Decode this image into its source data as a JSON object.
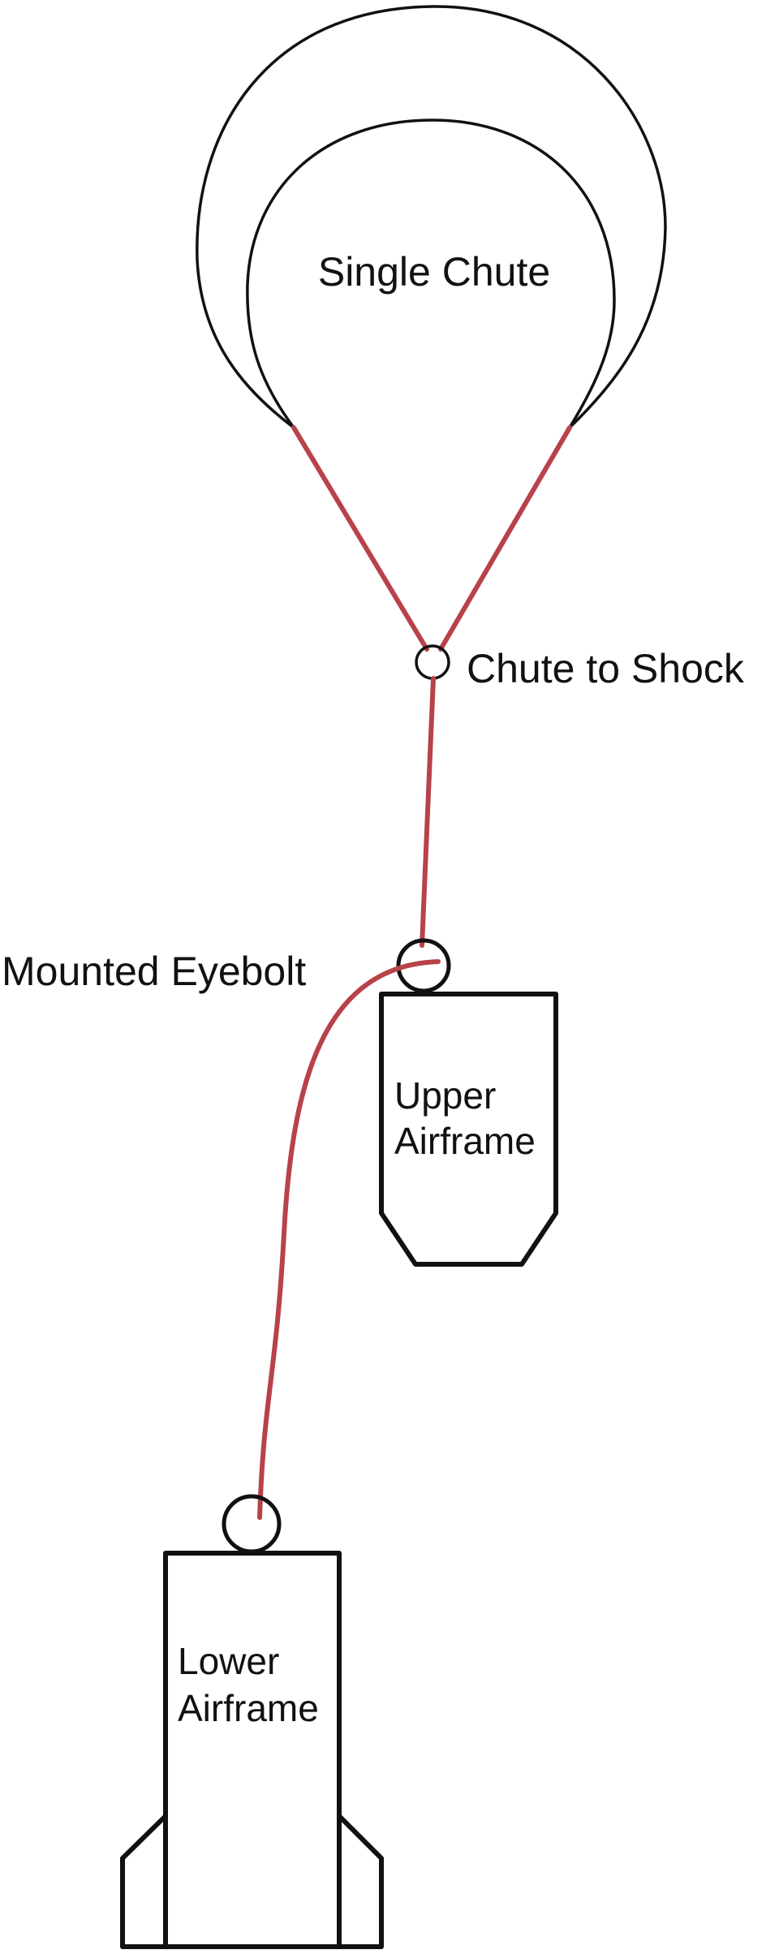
{
  "labels": {
    "chute": "Single Chute",
    "connector": "Chute to Shock",
    "eyebolt": "Mounted Eyebolt",
    "upper_line1": "Upper",
    "upper_line2": "Airframe",
    "lower_line1": "Lower",
    "lower_line2": "Airframe"
  },
  "colors": {
    "cord": "#b8424a",
    "outline": "#111111",
    "background": "#ffffff"
  }
}
